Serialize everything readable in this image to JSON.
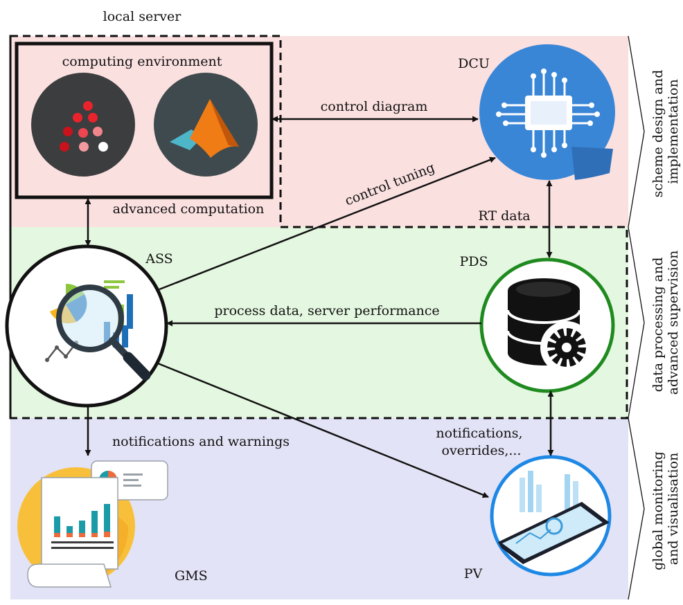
{
  "labels": {
    "local_server": "local server",
    "computing_environment": "computing environment",
    "advanced_computation": "advanced computation",
    "dcu": "DCU",
    "ass": "ASS",
    "pds": "PDS",
    "gms": "GMS",
    "pv": "PV",
    "control_diagram": "control diagram",
    "control_tuning": "control tuning",
    "rt_data": "RT data",
    "process_data": "process data, server performance",
    "notifications_warnings": "notifications and warnings",
    "notifications_line1": "notifications,",
    "notifications_line2": "overrides,..."
  },
  "sections": {
    "top_line1": "scheme design and",
    "top_line2": "implementation",
    "mid_line1": "data processing and",
    "mid_line2": "advanced supervision",
    "bot_line1": "global monitoring",
    "bot_line2": "and visualisation"
  },
  "colors": {
    "band_top": "#fbe0e0",
    "band_mid": "#e4f7e0",
    "band_bot": "#e3e3f7",
    "dcu_blue": "#3a86d6",
    "pds_green": "#1f8a1f",
    "pv_blue": "#1e88e5",
    "gms_yellow": "#f8c03a"
  },
  "icons": {
    "dcu": "chip-icon",
    "ass": "magnifier-chart-icon",
    "pds": "database-gear-icon",
    "gms": "report-scroll-icon",
    "pv": "phone-dashboard-icon",
    "apps": [
      "data-dots-icon",
      "matlab-icon"
    ]
  }
}
